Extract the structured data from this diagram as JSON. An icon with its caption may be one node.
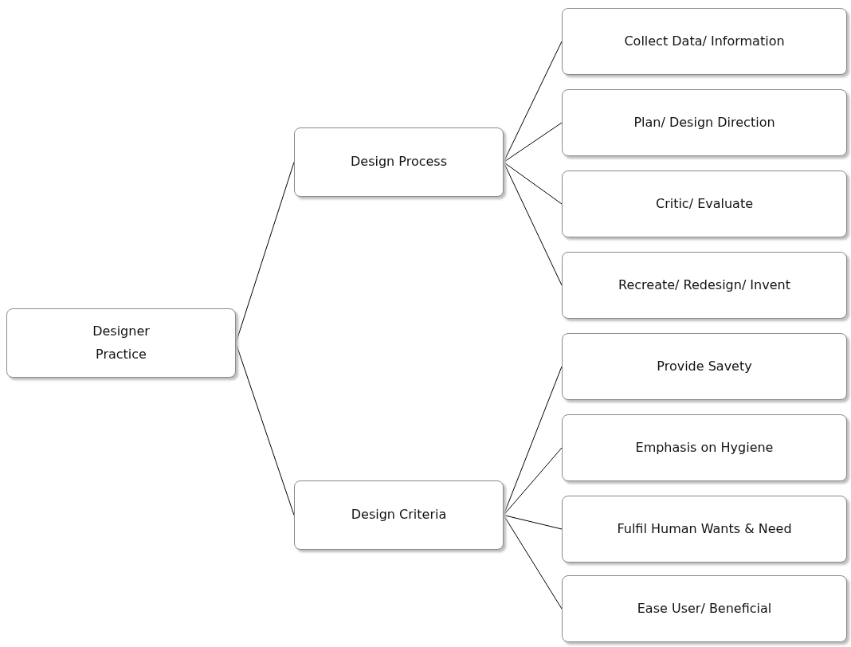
{
  "diagram": {
    "nodes": [
      {
        "text": [
          "Designer Practice"
        ]
      },
      {
        "text": [
          "Design Process"
        ]
      },
      {
        "text": [
          "Design Criteria"
        ]
      },
      {
        "text": [
          "Collect Data/ Information"
        ]
      },
      {
        "text": [
          "Plan/ Design Direction"
        ]
      },
      {
        "text": [
          "Critic/ Evaluate"
        ]
      },
      {
        "text": [
          "Recreate/ Redesign/ Invent"
        ]
      },
      {
        "text": [
          "Provide Savety"
        ]
      },
      {
        "text": [
          "Emphasis on Hygiene"
        ]
      },
      {
        "text": [
          "Fulfil Human Wants & Need"
        ]
      },
      {
        "text": [
          "Ease User/ Beneficial"
        ]
      }
    ],
    "edges": [
      {
        "from": 0,
        "to": 1,
        "arrow": "none"
      },
      {
        "from": 0,
        "to": 2,
        "arrow": "none"
      },
      {
        "from": 1,
        "to": 3,
        "arrow": "none"
      },
      {
        "from": 1,
        "to": 4,
        "arrow": "none"
      },
      {
        "from": 1,
        "to": 5,
        "arrow": "none"
      },
      {
        "from": 1,
        "to": 6,
        "arrow": "none"
      },
      {
        "from": 2,
        "to": 7,
        "arrow": "none"
      },
      {
        "from": 2,
        "to": 8,
        "arrow": "none"
      },
      {
        "from": 2,
        "to": 9,
        "arrow": "none"
      },
      {
        "from": 2,
        "to": 10,
        "arrow": "none"
      }
    ]
  }
}
